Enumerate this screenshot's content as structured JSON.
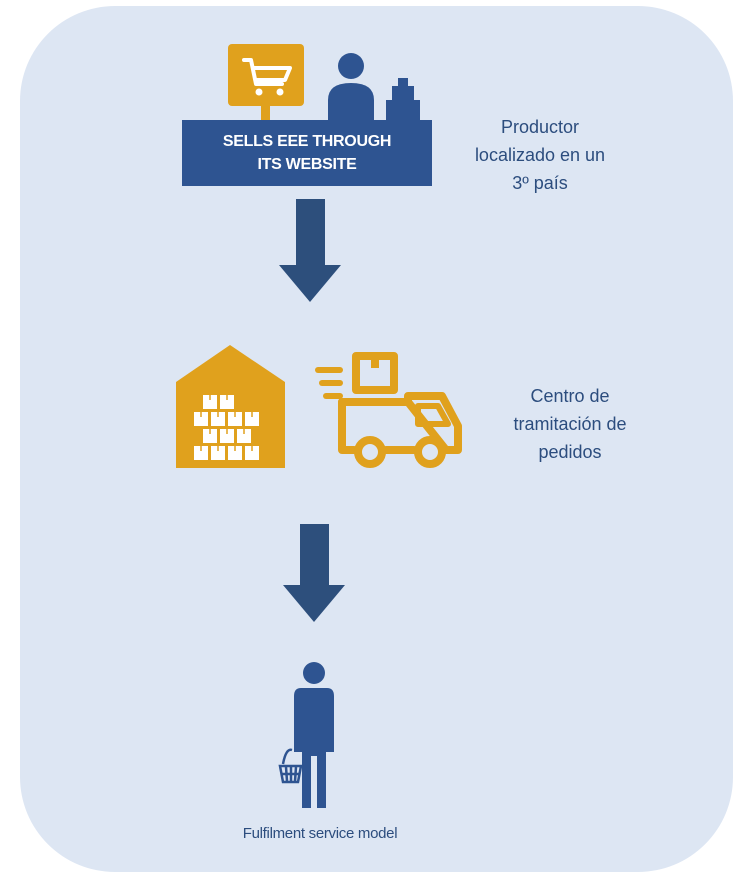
{
  "colors": {
    "panel_background": "#dde6f3",
    "gold": "#e0a11d",
    "navy": "#2e5491",
    "arrow": "#2d4f7c",
    "text": "#2c4d7e"
  },
  "top_step": {
    "banner_lines": [
      "SELLS EEE THROUGH",
      "ITS WEBSITE"
    ],
    "icons": [
      "shopping-cart-monitor-icon",
      "cashier-person-icon",
      "cash-register-icon"
    ],
    "side_label_lines": [
      "Productor",
      "localizado en un",
      "3º país"
    ]
  },
  "middle_step": {
    "icons": [
      "warehouse-icon",
      "delivery-truck-icon"
    ],
    "side_label_lines": [
      "Centro de",
      "tramitación de",
      "pedidos"
    ]
  },
  "bottom_step": {
    "icons": [
      "customer-with-basket-icon"
    ],
    "label": "Fulfilment service model"
  },
  "arrows": [
    "arrow-down-icon",
    "arrow-down-icon"
  ]
}
